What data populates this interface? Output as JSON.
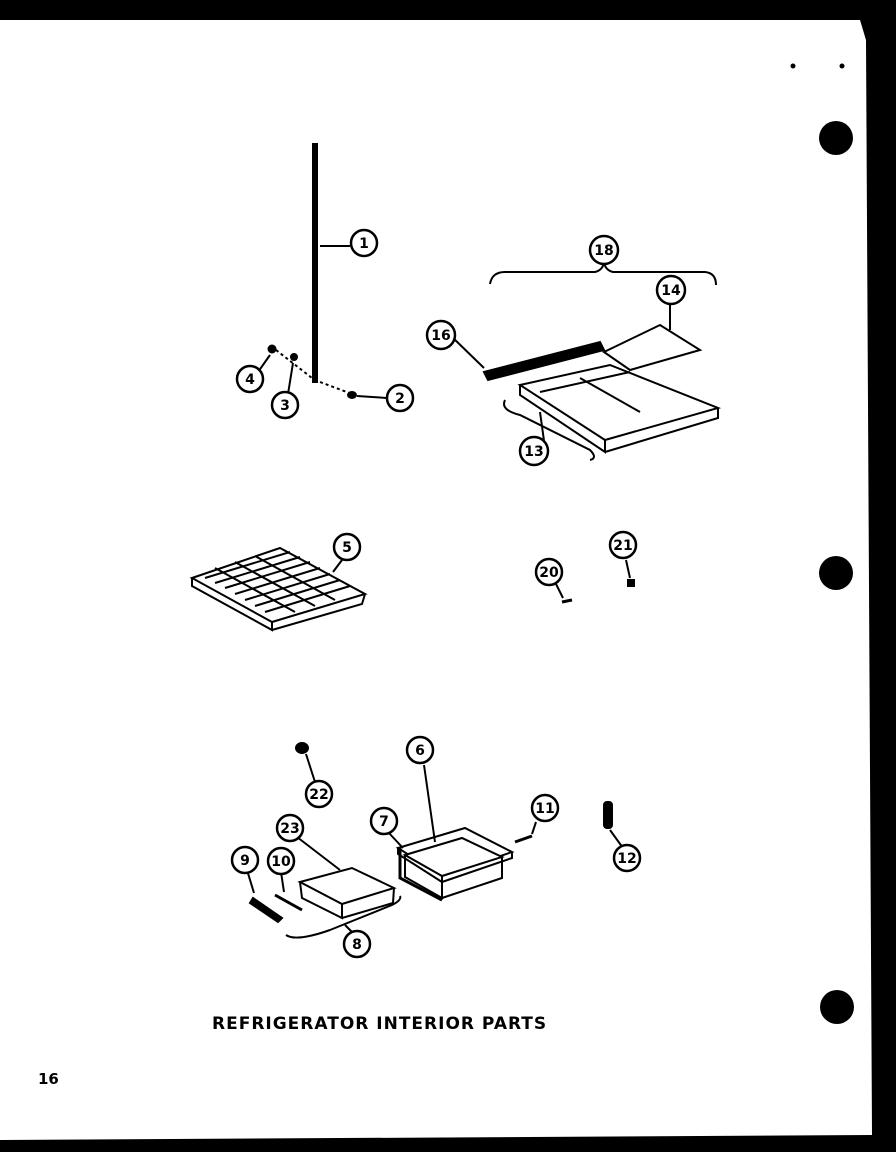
{
  "title": "REFRIGERATOR INTERIOR PARTS",
  "page_number": "16",
  "callouts": {
    "c1": "1",
    "c2": "2",
    "c3": "3",
    "c4": "4",
    "c5": "5",
    "c6": "6",
    "c7": "7",
    "c8": "8",
    "c9": "9",
    "c10": "10",
    "c11": "11",
    "c12": "12",
    "c13": "13",
    "c14": "14",
    "c16": "16",
    "c18": "18",
    "c20": "20",
    "c21": "21",
    "c22": "22",
    "c23": "23"
  }
}
